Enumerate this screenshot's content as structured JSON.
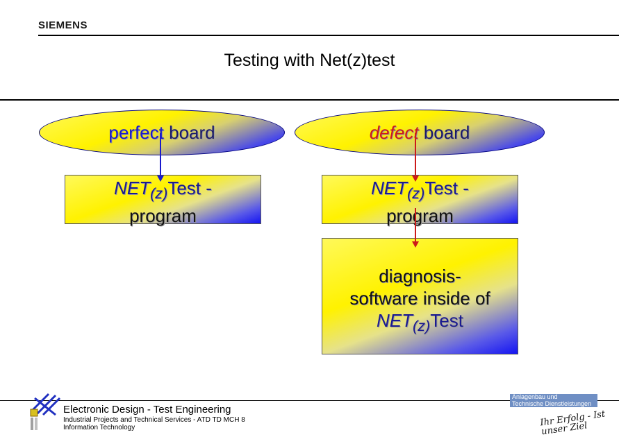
{
  "header": {
    "brand": "SIEMENS",
    "title": "Testing with Net(z)test"
  },
  "left": {
    "ellipse_word1": "perfect",
    "ellipse_word2": "board",
    "box_net": "NET",
    "box_z": "(z)",
    "box_test": "Test -",
    "box_program": "program"
  },
  "right": {
    "ellipse_word1": "defect",
    "ellipse_word2": "board",
    "box_net": "NET",
    "box_z": "(z)",
    "box_test": "Test -",
    "box_program": "program",
    "diag_line1": "diagnosis-",
    "diag_line2": "software inside of",
    "diag_net": "NET",
    "diag_z": "(z)",
    "diag_test": "Test"
  },
  "footer": {
    "dept": "Electronic Design - Test Engineering",
    "line1": "Industrial Projects and Technical Services - ATD TD MCH 8",
    "line2": "Information Technology",
    "badge_line1": "Anlagenbau und",
    "badge_line2": "Technische Dienstleistungen",
    "slogan": "Ihr Erfolg - Ist unser Ziel"
  },
  "colors": {
    "arrow_left": "#1a1acc",
    "arrow_right": "#cc1a1a"
  }
}
